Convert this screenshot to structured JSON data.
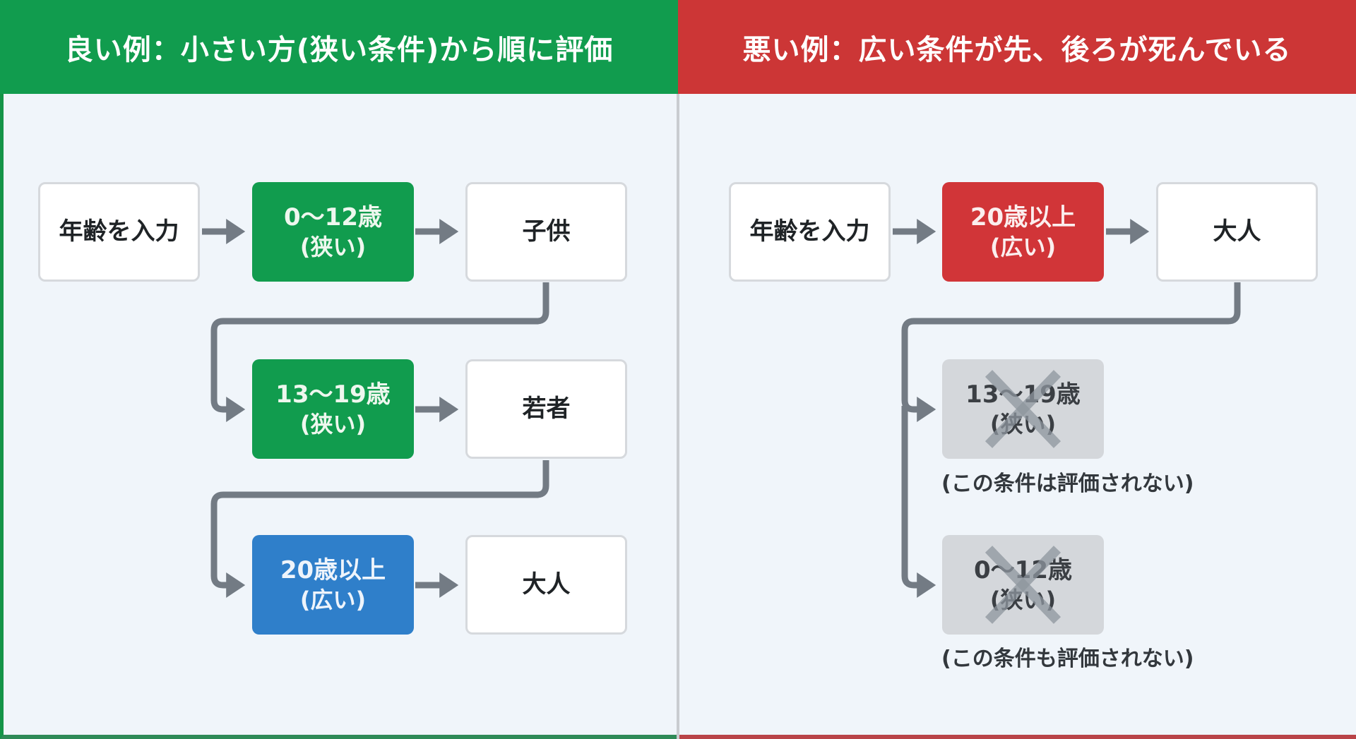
{
  "good_example": {
    "title": "良い例：小さい方(狭い条件)から順に評価",
    "accent_color": "#119c4e",
    "input_box": {
      "label": "年齢を入力"
    },
    "conditions": [
      {
        "range": "0〜12歳",
        "note": "(狭い)",
        "result": "子供",
        "color": "#119c4e"
      },
      {
        "range": "13〜19歳",
        "note": "(狭い)",
        "result": "若者",
        "color": "#119c4e"
      },
      {
        "range": "20歳以上",
        "note": "(広い)",
        "result": "大人",
        "color": "#2f7fca"
      }
    ]
  },
  "bad_example": {
    "title": "悪い例：広い条件が先、後ろが死んでいる",
    "accent_color": "#cc3636",
    "input_box": {
      "label": "年齢を入力"
    },
    "first_condition": {
      "range": "20歳以上",
      "note": "(広い)",
      "result": "大人",
      "color": "#d13538"
    },
    "dead_conditions": [
      {
        "range": "13〜19歳",
        "note": "(狭い)",
        "caption": "(この条件は評価されない)"
      },
      {
        "range": "0〜12歳",
        "note": "(狭い)",
        "caption": "(この条件も評価されない)"
      }
    ]
  }
}
